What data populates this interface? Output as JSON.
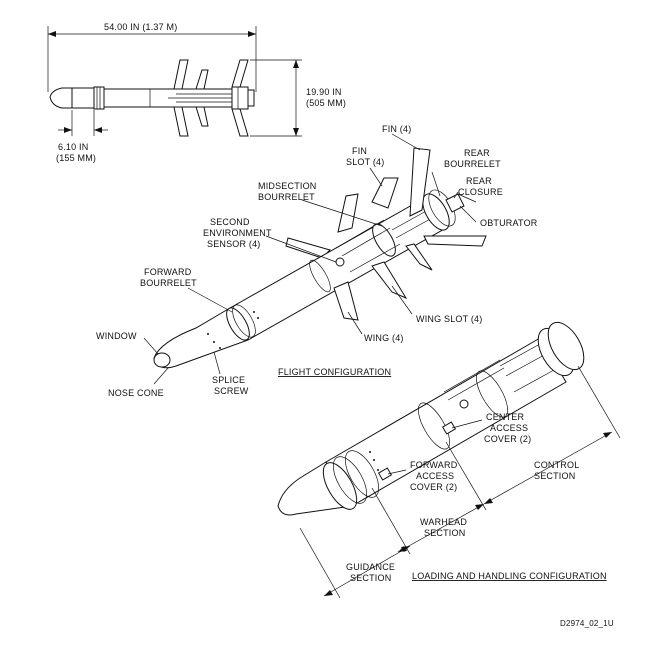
{
  "top_view": {
    "length_label": "54.00 IN (1.37 M)",
    "span_label_1": "19.90 IN",
    "span_label_2": "(505 MM)",
    "diam_label_1": "6.10 IN",
    "diam_label_2": "(155 MM)"
  },
  "flight": {
    "fin_label": "FIN (4)",
    "fin_slot_1": "FIN",
    "fin_slot_2": "SLOT (4)",
    "rear_bourrelet_1": "REAR",
    "rear_bourrelet_2": "BOURRELET",
    "rear_closure_1": "REAR",
    "rear_closure_2": "CLOSURE",
    "midsection_1": "MIDSECTION",
    "midsection_2": "BOURRELET",
    "obturator": "OBTURATOR",
    "sensor_1": "SECOND",
    "sensor_2": "ENVIRONMENT",
    "sensor_3": "SENSOR (4)",
    "forward_bourrelet_1": "FORWARD",
    "forward_bourrelet_2": "BOURRELET",
    "wing_slot": "WING SLOT (4)",
    "wing": "WING (4)",
    "window": "WINDOW",
    "nose_cone": "NOSE CONE",
    "splice_1": "SPLICE",
    "splice_2": "SCREW",
    "title": "FLIGHT CONFIGURATION"
  },
  "loading": {
    "center_1": "CENTER",
    "center_2": "ACCESS",
    "center_3": "COVER (2)",
    "forward_1": "FORWARD",
    "forward_2": "ACCESS",
    "forward_3": "COVER (2)",
    "control_1": "CONTROL",
    "control_2": "SECTION",
    "warhead_1": "WARHEAD",
    "warhead_2": "SECTION",
    "guidance_1": "GUIDANCE",
    "guidance_2": "SECTION",
    "title": "LOADING AND HANDLING CONFIGURATION"
  },
  "figure_id": "D2974_02_1U"
}
